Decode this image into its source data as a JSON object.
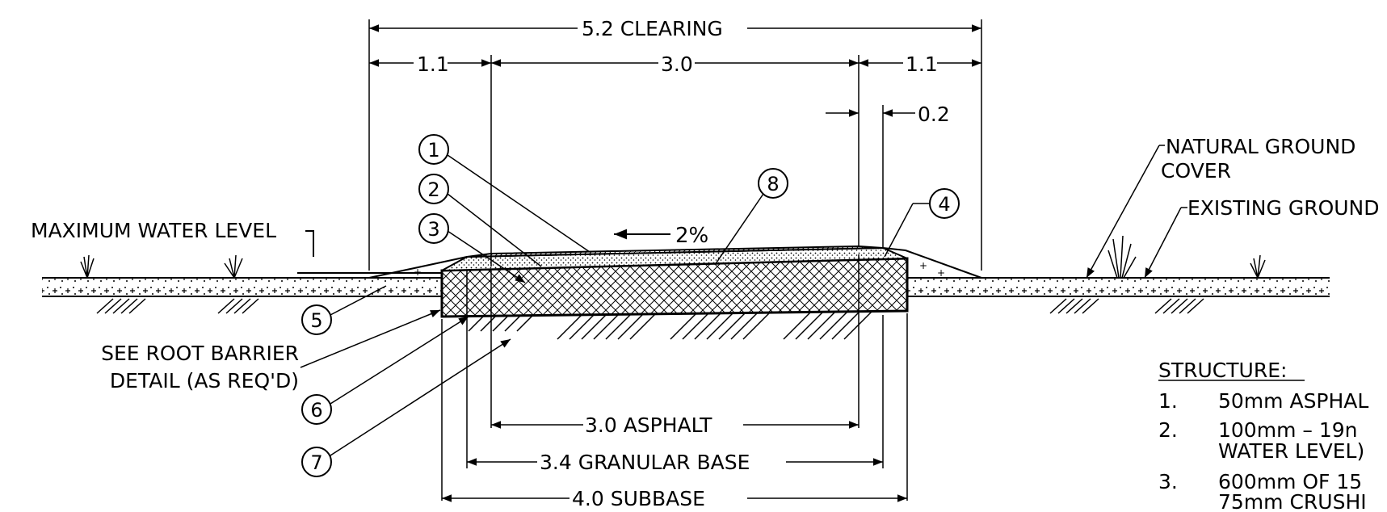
{
  "dimensions": {
    "clearing": "5.2 CLEARING",
    "shoulder_left": "1.1",
    "path_width": "3.0",
    "shoulder_right": "1.1",
    "offset": "0.2",
    "asphalt": "3.0 ASPHALT",
    "granular_base": "3.4 GRANULAR BASE",
    "subbase": "4.0 SUBBASE",
    "slope": "2%"
  },
  "callouts": {
    "c1": "1",
    "c2": "2",
    "c3": "3",
    "c4": "4",
    "c5": "5",
    "c6": "6",
    "c7": "7",
    "c8": "8"
  },
  "labels": {
    "max_water_level": "MAXIMUM WATER LEVEL",
    "root_barrier_line1": "SEE ROOT BARRIER",
    "root_barrier_line2": "DETAIL (AS REQ'D)",
    "natural_ground_line1": "NATURAL GROUND",
    "natural_ground_line2": "COVER",
    "existing_ground": "EXISTING GROUND"
  },
  "structure": {
    "heading": "STRUCTURE:",
    "items": [
      {
        "num": "1.",
        "lines": [
          "50mm ASPHAL"
        ]
      },
      {
        "num": "2.",
        "lines": [
          "100mm – 19n",
          "WATER LEVEL)"
        ]
      },
      {
        "num": "3.",
        "lines": [
          "600mm OF 15",
          "75mm CRUSHI"
        ]
      }
    ]
  }
}
